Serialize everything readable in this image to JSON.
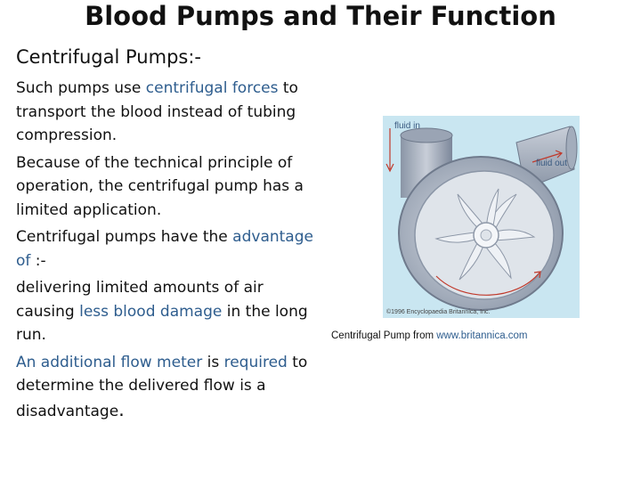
{
  "slide": {
    "title": "Blood Pumps and Their Function",
    "subhead": "Centrifugal Pumps:-"
  },
  "body": {
    "p1_a": "Such pumps use ",
    "p1_hl": "centrifugal forces",
    "p1_b": " to transport the blood instead of tubing compression.",
    "p2": "Because of the technical principle of operation, the centrifugal pump has a limited application.",
    "p3_a": "Centrifugal pumps have the ",
    "p3_hl": "advantage of",
    "p3_b": " :-",
    "p4_a": "delivering limited amounts of air causing ",
    "p4_hl": "less blood damage",
    "p4_b": " in the long run.",
    "p5_hl1": "An additional flow meter",
    "p5_a": " is ",
    "p5_hl2": "required",
    "p5_b": " to determine the delivered flow is a disadvantage",
    "p5_end": "."
  },
  "figure": {
    "label_in": "fluid in",
    "label_out": "fluid out",
    "copyright": "©1996 Encyclopaedia Britannica, Inc."
  },
  "caption": {
    "text_a": "Centrifugal Pump from ",
    "link": "www.britannica.com"
  },
  "colors": {
    "highlight": "#2e5d8e",
    "figure_bg": "#c9e6f1",
    "housing": "#b7bfcb",
    "arrow": "#c0392b"
  }
}
